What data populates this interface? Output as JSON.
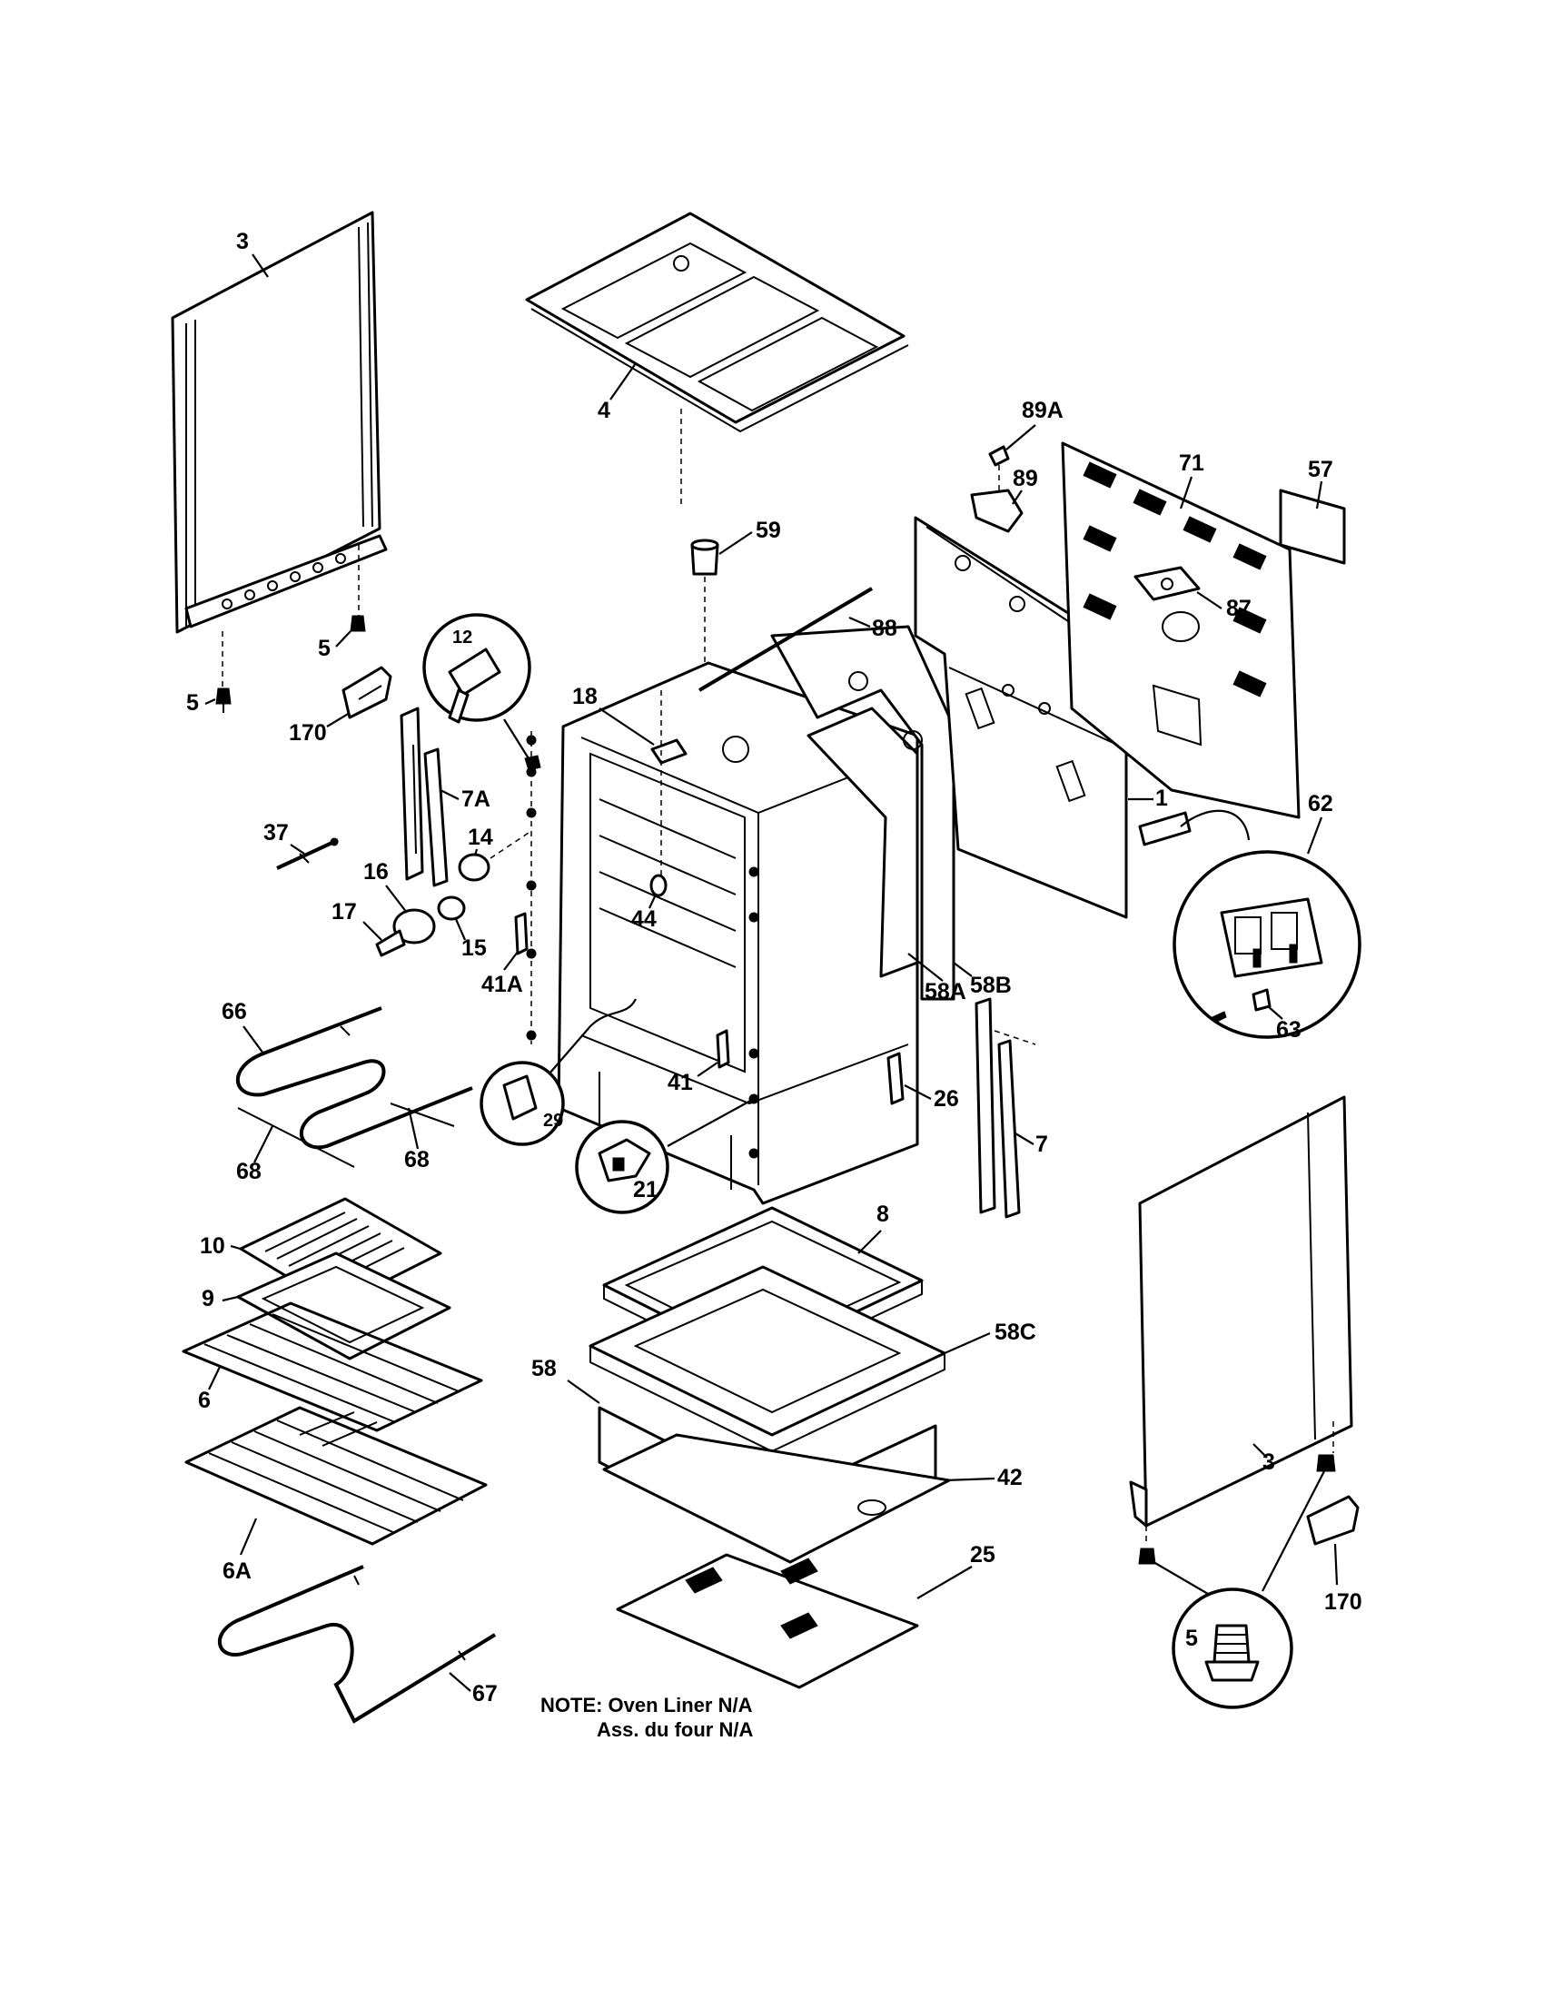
{
  "labels": {
    "side_panel_left": "3",
    "top_panel": "4",
    "leg_left_1": "5",
    "leg_left_2": "5",
    "bracket_left": "170",
    "switch_12": "12",
    "hinge_receiver_7a": "7A",
    "sensor_37": "37",
    "socket_14": "14",
    "light_16": "16",
    "lamp_17": "17",
    "socket_15": "15",
    "clip_41a": "41A",
    "bake_element_66": "66",
    "insulation_68_left": "68",
    "insulation_68_right": "68",
    "broiler_grid_10": "10",
    "broiler_pan_9": "9",
    "rack_6": "6",
    "rack_6a": "6A",
    "element_67": "67",
    "part_18": "18",
    "part_44": "44",
    "part_59": "59",
    "wire_88": "88",
    "part_89a": "89A",
    "part_89": "89",
    "back_panel_71": "71",
    "plate_57": "57",
    "part_87": "87",
    "frame_1": "1",
    "terminal_62": "62",
    "screw_63": "63",
    "insulation_58a": "58A",
    "insulation_58b": "58B",
    "clip_41": "41",
    "roller_29": "29",
    "stop_21": "21",
    "clip_26": "26",
    "hinge_7": "7",
    "drawer_8": "8",
    "insulation_58c": "58C",
    "insulation_58": "58",
    "bottom_42": "42",
    "bottom_25": "25",
    "side_panel_right": "3",
    "bracket_right": "170",
    "leg_right": "5"
  },
  "note": {
    "line1": "NOTE: Oven Liner N/A",
    "line2": "Ass. du four N/A"
  }
}
